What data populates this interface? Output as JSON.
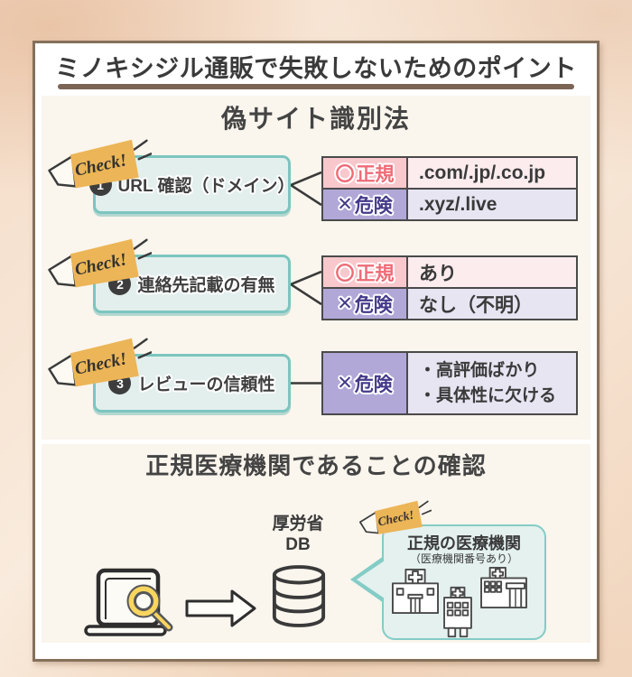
{
  "title": "ミノキシジル通販で失敗しないためのポイント",
  "labels": {
    "check": "Check!"
  },
  "fake_site_section": {
    "heading": "偽サイト識別法",
    "items": [
      {
        "number": "1",
        "label": "URL 確認（ドメイン）",
        "ok_mark": "〇",
        "ok_label": "正規",
        "ok_value": ".com/.jp/.co.jp",
        "danger_mark": "✕",
        "danger_label": "危険",
        "danger_value": ".xyz/.live"
      },
      {
        "number": "2",
        "label": "連絡先記載の有無",
        "ok_mark": "〇",
        "ok_label": "正規",
        "ok_value": "あり",
        "danger_mark": "✕",
        "danger_label": "危険",
        "danger_value": "なし（不明）"
      },
      {
        "number": "3",
        "label": "レビューの信頼性",
        "danger_mark": "✕",
        "danger_label": "危険",
        "danger_value_line1": "・高評価ばかり",
        "danger_value_line2": "・具体性に欠ける"
      }
    ]
  },
  "verification_section": {
    "heading": "正規医療機関であることの確認",
    "db_label_line1": "厚労省",
    "db_label_line2": "DB",
    "bubble": {
      "heading": "正規の医療機関",
      "subheading": "（医療機関番号あり）"
    }
  },
  "icons": {
    "check_ribbon": "orange-megaphone-flag",
    "laptop_search": "laptop-with-yellow-magnifier",
    "arrow": "right-block-arrow",
    "database": "db-cylinder",
    "hospitals": "three-hospital-buildings"
  },
  "colors": {
    "background_peach": "#f4dbc6",
    "card_border_brown": "#85705a",
    "panel_bg": "#faf5ed",
    "accent_teal_border": "#7cc5bf",
    "teal_fill": "#e3efed",
    "ok_red_text": "#ee6b76",
    "ok_label_bg": "#f8c8cd",
    "ok_value_bg": "#fcecee",
    "danger_purple_text": "#443a8a",
    "danger_label_bg": "#b1a8d8",
    "danger_value_bg": "#e7e5f2",
    "ribbon_orange": "#ecb557",
    "magnifier_yellow": "#f8d55f",
    "text_dark": "#3a3a3a"
  }
}
